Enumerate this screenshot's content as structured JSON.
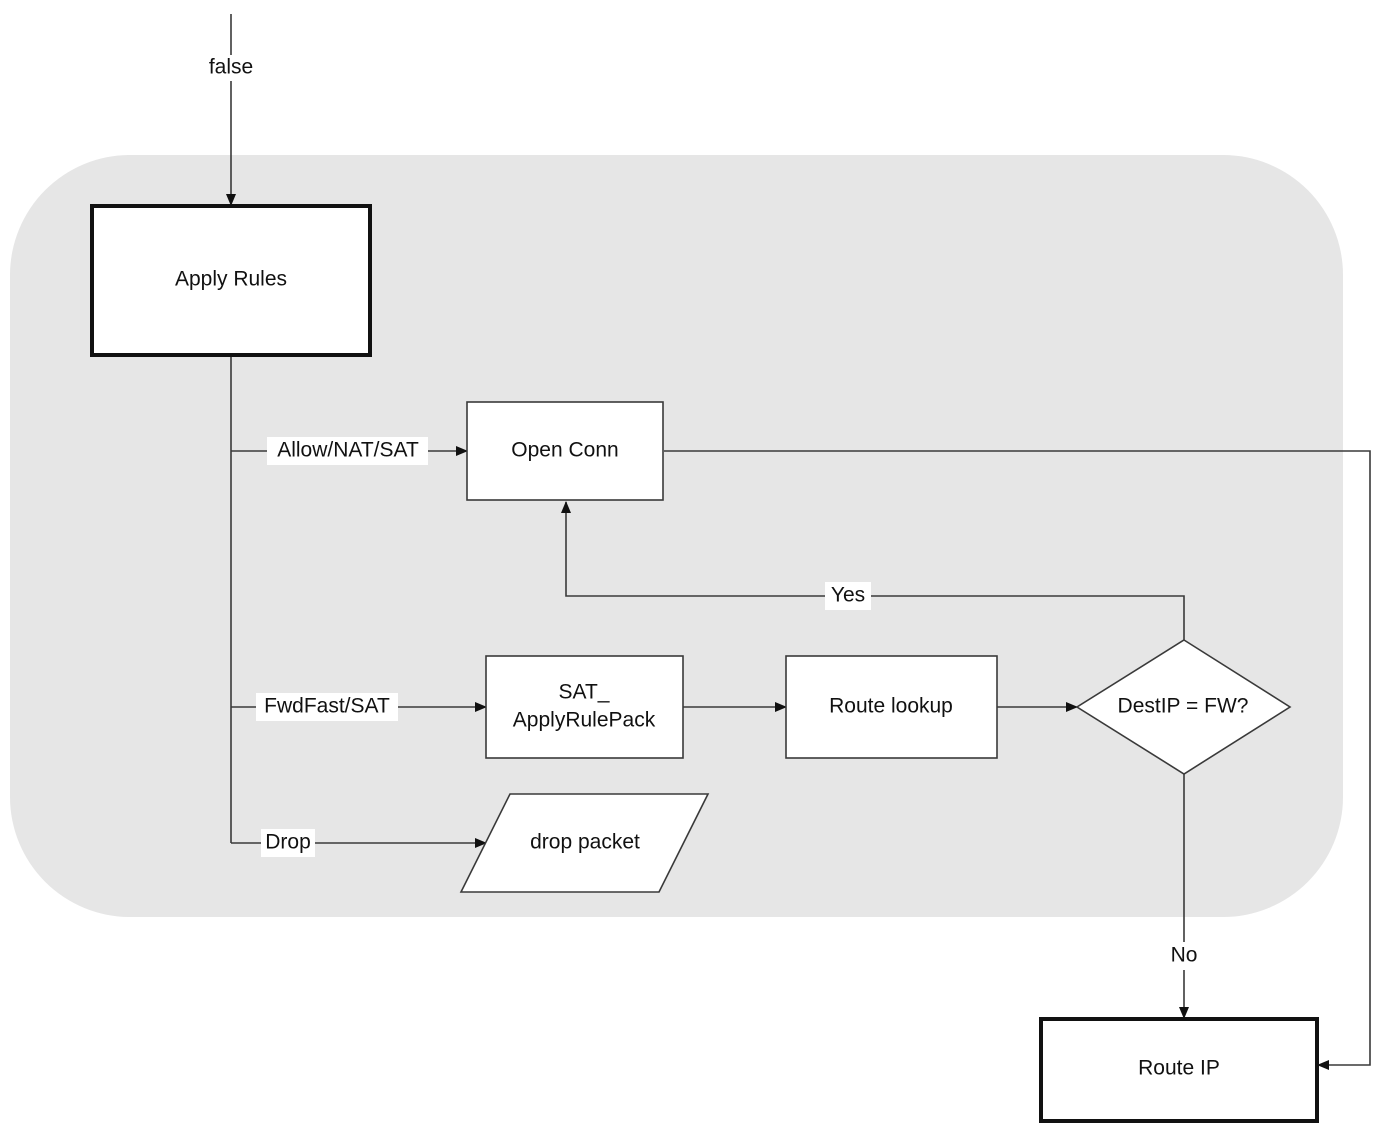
{
  "colors": {
    "background": "#ffffff",
    "region_fill": "#e6e6e6",
    "box_fill": "#ffffff",
    "stroke": "#3a3a3a",
    "text": "#111111"
  },
  "nodes": {
    "apply_rules": "Apply Rules",
    "open_conn": "Open Conn",
    "sat_apply_line1": "SAT_",
    "sat_apply_line2": "ApplyRulePack",
    "route_lookup": "Route lookup",
    "destip_decision": "DestIP = FW?",
    "drop_packet": "drop packet",
    "route_ip": "Route IP"
  },
  "edges": {
    "false": "false",
    "allow": "Allow/NAT/SAT",
    "fwdfast": "FwdFast/SAT",
    "drop": "Drop",
    "yes": "Yes",
    "no": "No"
  }
}
